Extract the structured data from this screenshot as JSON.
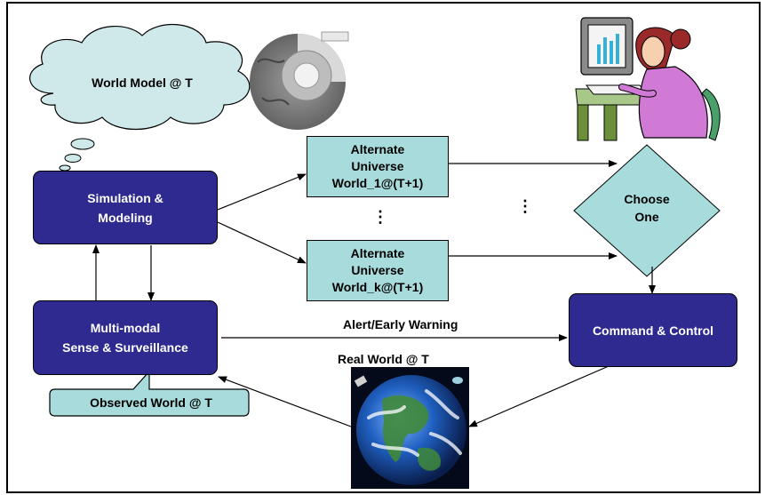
{
  "nodes": {
    "simulation": [
      "Simulation &",
      "Modeling"
    ],
    "sensing": [
      "Multi-modal",
      "Sense & Surveillance"
    ],
    "command": "Command & Control",
    "alt1": [
      "Alternate",
      "Universe",
      "World_1@(T+1)"
    ],
    "altk": [
      "Alternate",
      "Universe",
      "World_k@(T+1)"
    ],
    "choose": [
      "Choose",
      "One"
    ]
  },
  "labels": {
    "world_model": "World Model @ T",
    "observed_world": "Observed World @ T",
    "alert": "Alert/Early Warning",
    "real_world": "Real World @ T",
    "ellipsis": "⋮"
  },
  "colors": {
    "dark_box": "#2e2a8f",
    "light_box": "#a8dcdc",
    "cloud": "#cfe9ea"
  },
  "icons": [
    "cloud-shape",
    "earth-cutaway-icon",
    "person-at-computer-icon",
    "earth-globe-icon"
  ]
}
